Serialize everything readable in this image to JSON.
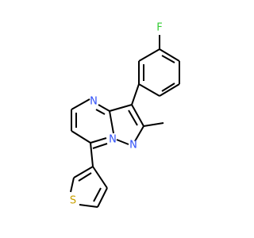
{
  "molecule": {
    "atom_labels": [
      {
        "id": "F",
        "text": "F",
        "element": "fluorine",
        "color": "#33cc33"
      },
      {
        "id": "N4",
        "text": "N",
        "element": "nitrogen",
        "color": "#3050f8"
      },
      {
        "id": "N7a",
        "text": "N",
        "element": "nitrogen",
        "color": "#3050f8"
      },
      {
        "id": "N1",
        "text": "N",
        "element": "nitrogen",
        "color": "#3050f8"
      },
      {
        "id": "S",
        "text": "S",
        "element": "sulfur",
        "color": "#c8a000"
      }
    ]
  }
}
